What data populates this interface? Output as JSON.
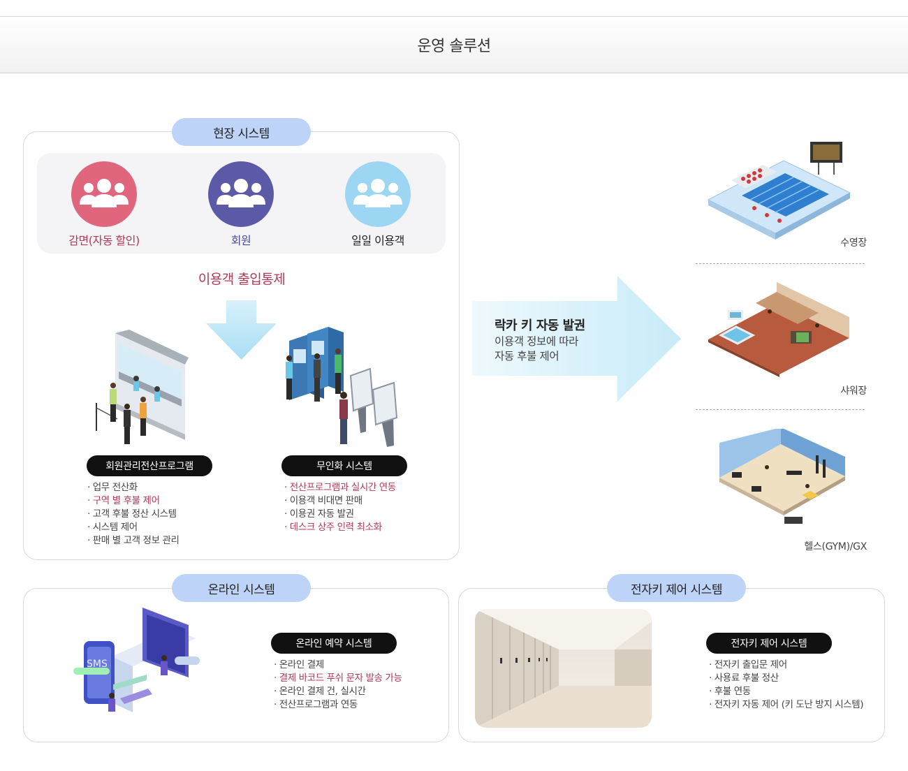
{
  "header": {
    "title": "운영 솔루션"
  },
  "onsite": {
    "title": "현장 시스템",
    "user_types": [
      {
        "label": "감면(자동 할인)",
        "color": "#e0667e"
      },
      {
        "label": "회원",
        "color": "#5b5aa6"
      },
      {
        "label": "일일 이용객",
        "color": "#9dd6f3"
      }
    ],
    "access_control": "이용객 출입통제",
    "program": {
      "title": "회원관리전산프로그램",
      "features": [
        {
          "text": "· 업무 전산화",
          "highlight": false
        },
        {
          "text": "· 구역 별 후불 제어",
          "highlight": true
        },
        {
          "text": "· 고객 후불 정산 시스템",
          "highlight": false
        },
        {
          "text": "· 시스템 제어",
          "highlight": false
        },
        {
          "text": "· 판매 별 고객 정보 관리",
          "highlight": false
        }
      ]
    },
    "unmanned": {
      "title": "무인화 시스템",
      "features": [
        {
          "text": "· 전산프로그램과 실시간 연동",
          "highlight": true
        },
        {
          "text": "· 이용객 비대면 판매",
          "highlight": false
        },
        {
          "text": "· 이용권 자동 발권",
          "highlight": false
        },
        {
          "text": "· 데스크 상주 인력 최소화",
          "highlight": true
        }
      ]
    }
  },
  "arrow": {
    "title": "락카 키 자동 발권",
    "line1": "이용객 정보에 따라",
    "line2": "자동 후불 제어"
  },
  "facilities": [
    "수영장",
    "샤워장",
    "헬스(GYM)/GX"
  ],
  "online": {
    "title": "온라인 시스템",
    "sub_title": "온라인 예약 시스템",
    "sms_label": "SMS",
    "features": [
      {
        "text": "· 온라인 결제",
        "highlight": false
      },
      {
        "text": "· 결제 바코드 푸쉬 문자 발송 가능",
        "highlight": true
      },
      {
        "text": "· 온라인 결제 건, 실시간",
        "highlight": false
      },
      {
        "text": "· 전산프로그램과 연동",
        "highlight": false
      }
    ]
  },
  "ekey": {
    "title": "전자키 제어 시스템",
    "sub_title": "전자키 제어 시스템",
    "features": [
      {
        "text": "· 전자키 출입문 제어",
        "highlight": false
      },
      {
        "text": "· 사용료 후불 정산",
        "highlight": false
      },
      {
        "text": "· 후불 연동",
        "highlight": false
      },
      {
        "text": "· 전자키 자동 제어 (키 도난 방지 시스템)",
        "highlight": false
      }
    ]
  }
}
